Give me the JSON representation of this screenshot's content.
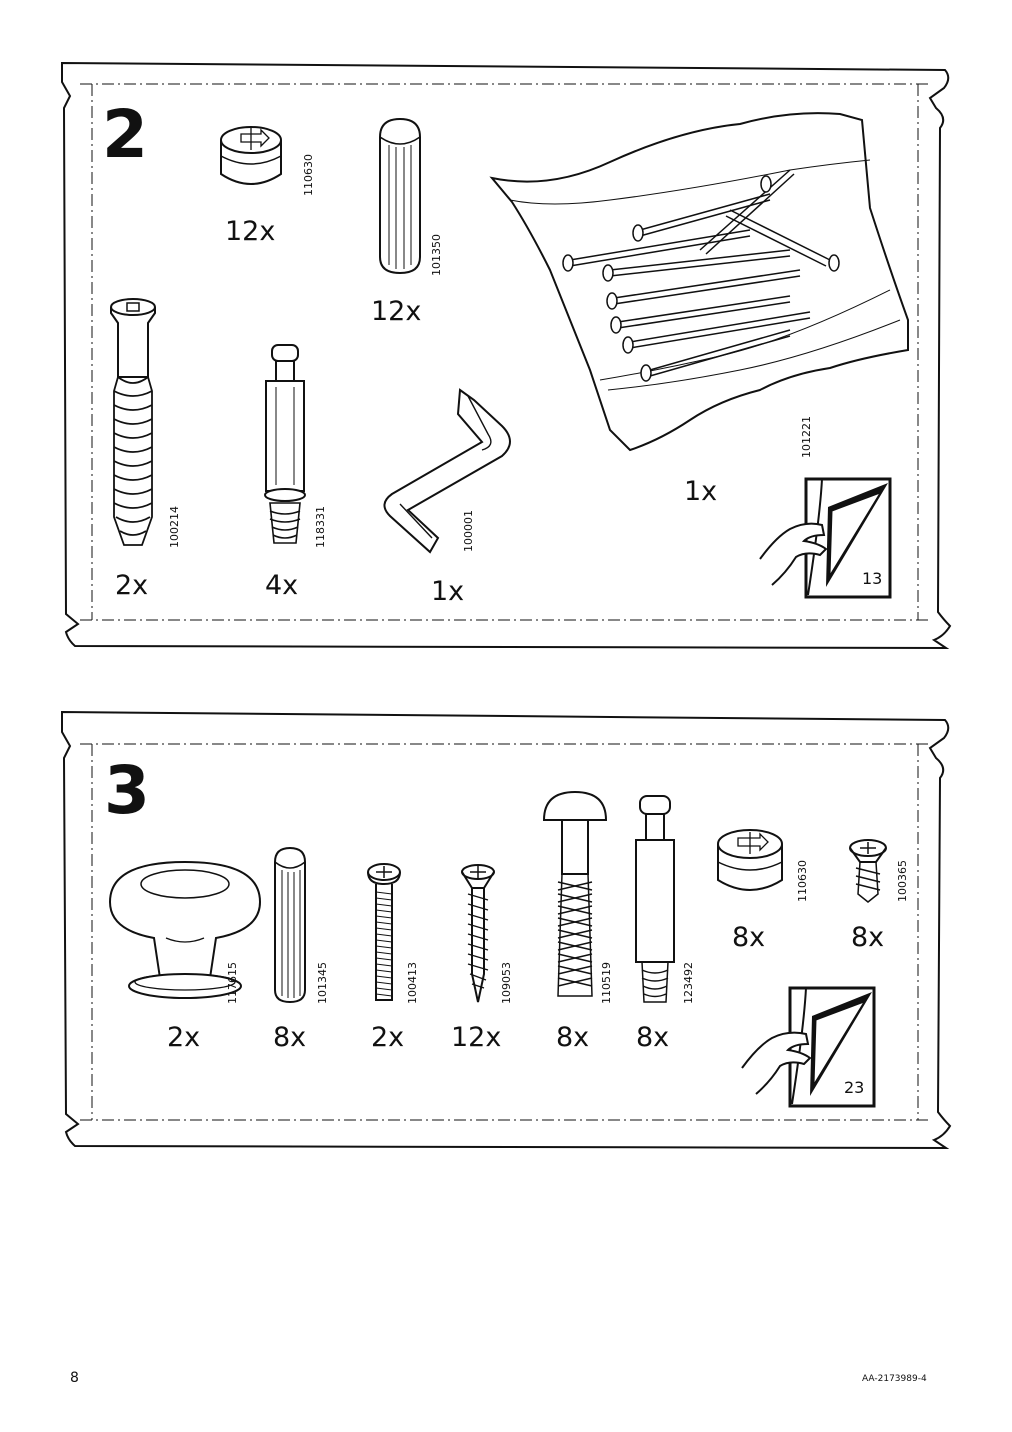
{
  "steps": [
    {
      "number": "2",
      "parts": [
        {
          "part_no": "110630",
          "qty": "12x",
          "icon": "cam-lock-icon"
        },
        {
          "part_no": "101350",
          "qty": "12x",
          "icon": "wooden-dowel-icon"
        },
        {
          "part_no": "101221",
          "qty": "1x",
          "icon": "nail-bag-icon"
        },
        {
          "part_no": "100214",
          "qty": "2x",
          "icon": "long-screw-icon"
        },
        {
          "part_no": "118331",
          "qty": "4x",
          "icon": "cam-bolt-icon"
        },
        {
          "part_no": "100001",
          "qty": "1x",
          "icon": "allen-key-icon"
        }
      ],
      "page_ref": "13"
    },
    {
      "number": "3",
      "parts": [
        {
          "part_no": "117615",
          "qty": "2x",
          "icon": "knob-icon"
        },
        {
          "part_no": "101345",
          "qty": "8x",
          "icon": "wooden-dowel-icon"
        },
        {
          "part_no": "100413",
          "qty": "2x",
          "icon": "machine-screw-icon"
        },
        {
          "part_no": "109053",
          "qty": "12x",
          "icon": "wood-screw-icon"
        },
        {
          "part_no": "110519",
          "qty": "8x",
          "icon": "shelf-pin-screw-icon"
        },
        {
          "part_no": "123492",
          "qty": "8x",
          "icon": "cam-bolt-icon"
        },
        {
          "part_no": "110630",
          "qty": "8x",
          "icon": "cam-lock-icon"
        },
        {
          "part_no": "100365",
          "qty": "8x",
          "icon": "short-screw-icon"
        }
      ],
      "page_ref": "23"
    }
  ],
  "footer": {
    "page_number": "8",
    "doc_code": "AA-2173989-4"
  }
}
